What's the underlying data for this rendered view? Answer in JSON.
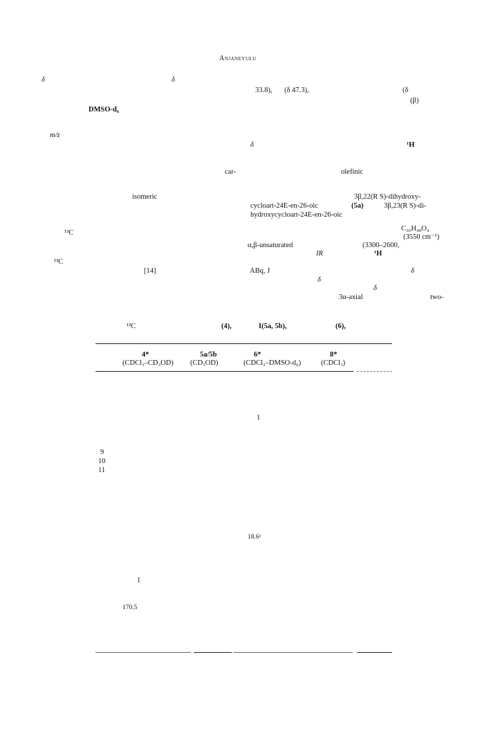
{
  "header": {
    "running_title": "Anjaneyulu"
  },
  "body_fragments": {
    "delta_1": "δ",
    "delta_2": "δ",
    "val_33_8": "33.8),",
    "delta_47_3": "(δ 47.3),",
    "paren_delta": "(δ",
    "beta_paren": "(β)",
    "dmso": "DMSO-d₆",
    "mz": "m/z",
    "delta_3": "δ",
    "h1_a": "¹H",
    "car": "car-",
    "olefinic": "olefinic",
    "isomeric": "isomeric",
    "dihydroxy_1": "3β,22(R    S)-dihydroxy-",
    "cycloart_1": "cycloart-24E-en-26-oic",
    "label_5a": "(5a)",
    "dihydroxy_2": "3β,23(R    S)-di-",
    "hydroxycycloart": "hydroxycycloart-24E-en-26-oic",
    "c13_a": "¹³C",
    "formula": "C₃₀H₄₈O₄",
    "ir_band": "(3550 cm⁻¹)",
    "unsaturated": "α,β-unsaturated",
    "range": "(3300–2600,",
    "c13_b": "¹³C",
    "ref14": "[14]",
    "abq": "ABq, J",
    "delta_4": "δ",
    "ir": "IR",
    "h1_b": "¹H",
    "delta_5": "δ",
    "delta_6": "δ",
    "axial": "3α-axial",
    "two": "two-"
  },
  "table": {
    "caption_c13": "¹³C",
    "caption_4": "(4),",
    "caption_5": "I(5a, 5b),",
    "caption_6": "(6),",
    "columns": [
      {
        "id": "4*",
        "solvent": "(CDCl₃–CD₃OD)"
      },
      {
        "id": "5a/5b",
        "solvent": "(CD₃OD)"
      },
      {
        "id": "6*",
        "solvent": "(CDCl₃–DMSO-d₆)"
      },
      {
        "id": "8*",
        "solvent": "(CDCl₃)"
      }
    ],
    "fragments": {
      "one_a": "1",
      "nine": "9",
      "ten": "10",
      "eleven": "11",
      "val_18_6": "18.6ᵃ",
      "one_b": "1",
      "val_170_5": "170.5"
    }
  }
}
